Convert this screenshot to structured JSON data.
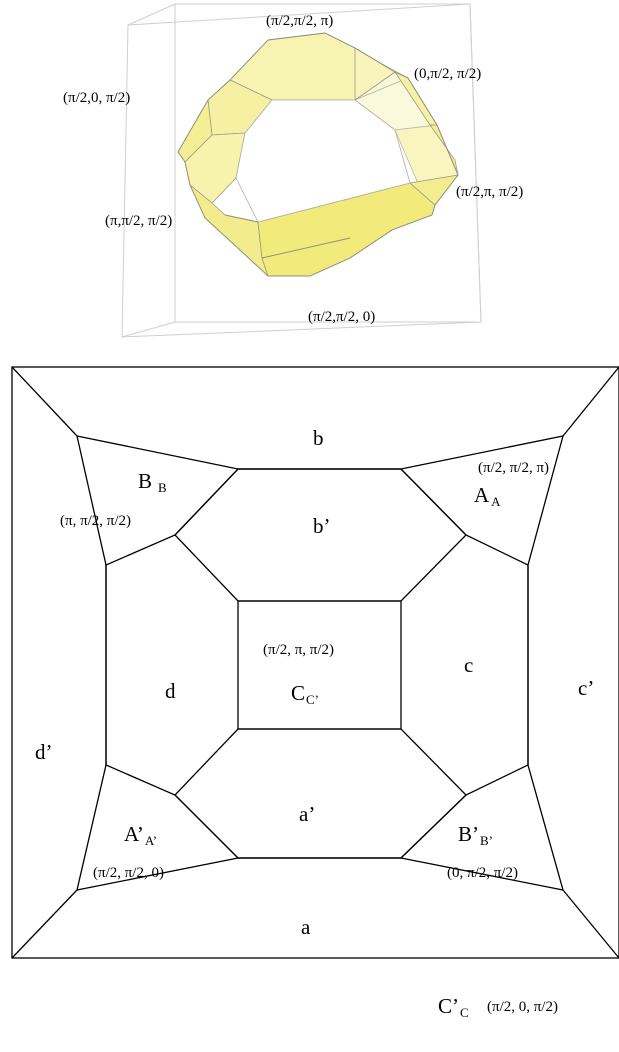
{
  "solid_view": {
    "labels": {
      "top": "(π/2,π/2, π)",
      "upper_right": "(0,π/2, π/2)",
      "upper_left": "(π/2,0, π/2)",
      "right": "(π/2,π, π/2)",
      "left": "(π,π/2, π/2)",
      "bottom": "(π/2,π/2, 0)"
    },
    "colors": {
      "face": "#f6f2a6",
      "face_dark": "#f0ea7c",
      "edge": "#9a9a8a",
      "box": "#cfcfcf"
    }
  },
  "net": {
    "regions": {
      "a": "a",
      "b": "b",
      "c": "c",
      "d": "d",
      "a_prime": "a’",
      "b_prime": "b’",
      "c_prime": "c’",
      "d_prime": "d’"
    },
    "faces": {
      "B": {
        "main": "B",
        "sub": "B"
      },
      "A": {
        "main": "A",
        "sub": "A"
      },
      "C": {
        "main": "C",
        "sub": "C’"
      },
      "A_prime": {
        "main": "A’",
        "sub": "A’"
      },
      "B_prime": {
        "main": "B’",
        "sub": "B’"
      },
      "C_prime": {
        "main": "C’",
        "sub": "C"
      }
    },
    "coords": {
      "A": "(π/2, π/2, π)",
      "B": "(π, π/2, π/2)",
      "C": "(π/2, π, π/2)",
      "A_prime": "(π/2, π/2, 0)",
      "B_prime": "(0, π/2, π/2)",
      "C_prime": "(π/2, 0, π/2)"
    }
  }
}
